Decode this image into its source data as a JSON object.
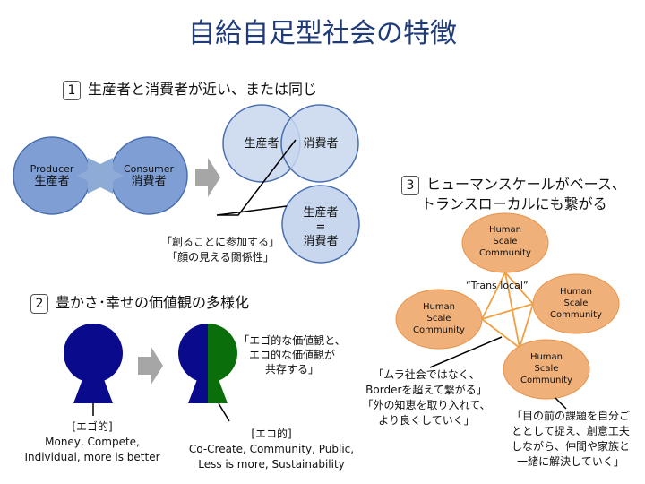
{
  "title": "自給自足型社会の特徴",
  "section1": {
    "number": "1",
    "heading": "生産者と消費者が近い、または同じ",
    "producer_en": "Producer",
    "producer_jp": "生産者",
    "consumer_en": "Consumer",
    "consumer_jp": "消費者",
    "venn_left": "生産者",
    "venn_right": "消費者",
    "same_top": "生産者",
    "same_eq": "=",
    "same_bottom": "消費者",
    "quote_line1": "「創ることに参加する」",
    "quote_line2": "「顔の見える関係性」"
  },
  "section2": {
    "number": "2",
    "heading": "豊かさ･幸せの価値観の多様化",
    "quote_line1": "「エゴ的な価値観と、",
    "quote_line2": "エコ的な価値観が",
    "quote_line3": "共存する」",
    "ego_title": "[エゴ的]",
    "ego_line1": "Money, Compete,",
    "ego_line2": "Individual, more is better",
    "eco_title": "[エコ的]",
    "eco_line1": "Co-Create, Community, Public,",
    "eco_line2": "Less is more, Sustainability"
  },
  "section3": {
    "number": "3",
    "heading_line1": "ヒューマンスケールがベース、",
    "heading_line2": "トランスローカルにも繋がる",
    "community_line1": "Human",
    "community_line2": "Scale",
    "community_line3": "Community",
    "trans_local": "“Trans local”",
    "quote_left_1": "「ムラ社会ではなく、",
    "quote_left_2": "Borderを超えて繋がる」",
    "quote_left_3": "「外の知恵を取り入れて、",
    "quote_left_4": "より良くしていく」",
    "quote_right_1": "「目の前の課題を自分ご",
    "quote_right_2": "ととして捉え、創意工夫",
    "quote_right_3": "しながら、仲間や家族と",
    "quote_right_4": "一緒に解決していく」"
  },
  "colors": {
    "title": "#1f3b7a",
    "producer_circle": "#7f9fd4",
    "venn_circle": "#c8d7ee",
    "person_blue": "#0a0a8c",
    "person_green": "#0a6e0a",
    "community": "#f0b07a",
    "link_lines": "#f0a040"
  }
}
